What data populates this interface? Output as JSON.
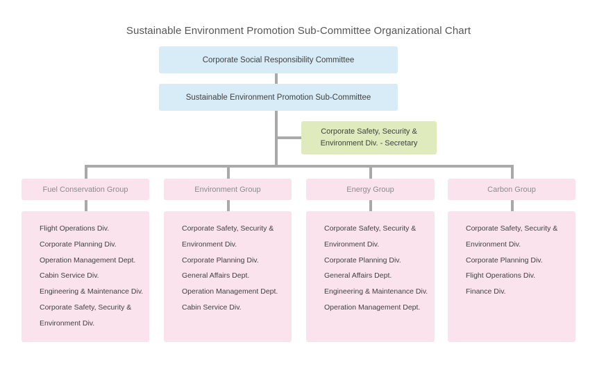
{
  "title": "Sustainable Environment Promotion Sub-Committee Organizational Chart",
  "top_committee": "Corporate Social Responsibility Committee",
  "sub_committee": "Sustainable Environment Promotion Sub-Committee",
  "secretary": {
    "line1": "Corporate Safety, Security &",
    "line2": "Environment Div. - Secretary"
  },
  "groups": [
    {
      "name": "Fuel Conservation Group",
      "members": [
        "Flight Operations Div.",
        "Corporate Planning Div.",
        "Operation Management Dept.",
        "Cabin Service Div.",
        "Engineering & Maintenance Div.",
        "Corporate Safety, Security &",
        "Environment Div."
      ]
    },
    {
      "name": "Environment Group",
      "members": [
        "Corporate Safety, Security &",
        "Environment Div.",
        "Corporate Planning Div.",
        "General Affairs Dept.",
        "Operation Management Dept.",
        "Cabin Service Div."
      ]
    },
    {
      "name": "Energy Group",
      "members": [
        "Corporate Safety, Security &",
        "Environment Div.",
        "Corporate Planning Div.",
        "General Affairs Dept.",
        "Engineering & Maintenance Div.",
        "Operation Management Dept."
      ]
    },
    {
      "name": "Carbon Group",
      "members": [
        "Corporate Safety, Security &",
        "Environment Div.",
        "Corporate Planning Div.",
        "Flight Operations Div.",
        "Finance Div."
      ]
    }
  ],
  "colors": {
    "committee_fill": "#d8ecf7",
    "secretary_fill": "#dfebbd",
    "group_fill": "#fbe3ee",
    "connector": "#a9a9a9"
  }
}
